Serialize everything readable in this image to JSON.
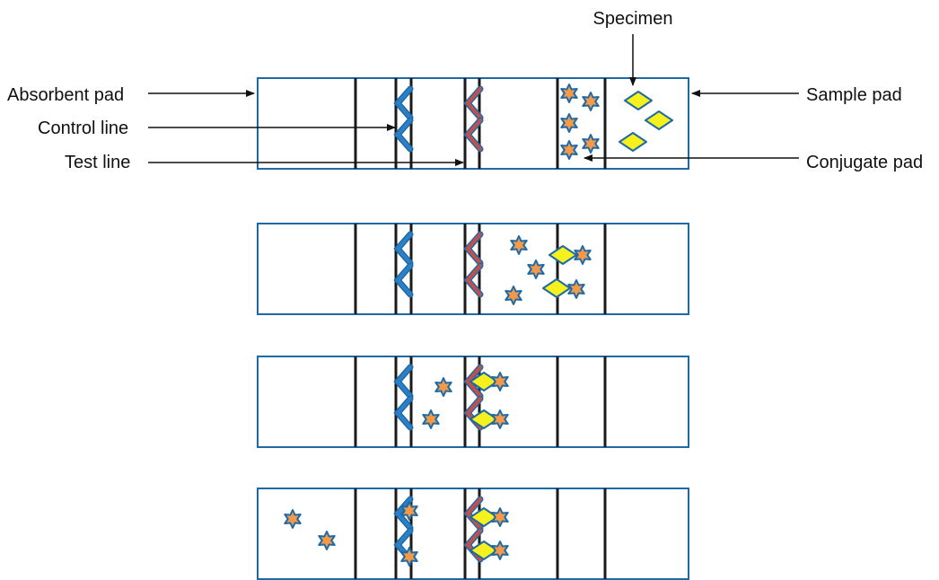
{
  "labels": {
    "specimen": "Specimen",
    "absorbent_pad": "Absorbent pad",
    "control_line": "Control line",
    "test_line": "Test line",
    "sample_pad": "Sample pad",
    "conjugate_pad": "Conjugate pad"
  },
  "colors": {
    "strip_border": "#1f6aa5",
    "divider": "#1a1a1a",
    "control_antibody": "#2a7fc7",
    "test_antibody": "#c0504d",
    "gold_particle": "#f39a4a",
    "particle_outline": "#1f6aa5",
    "antigen_fill": "#f5f01e",
    "antigen_outline": "#1f6aa5",
    "arrow": "#111111"
  },
  "strips": [
    {
      "stage": 1,
      "description_state": "before-flow"
    },
    {
      "stage": 2,
      "description_state": "antigen-conjugate-binding"
    },
    {
      "stage": 3,
      "description_state": "test-line-capture"
    },
    {
      "stage": 4,
      "description_state": "control-line-capture"
    }
  ]
}
